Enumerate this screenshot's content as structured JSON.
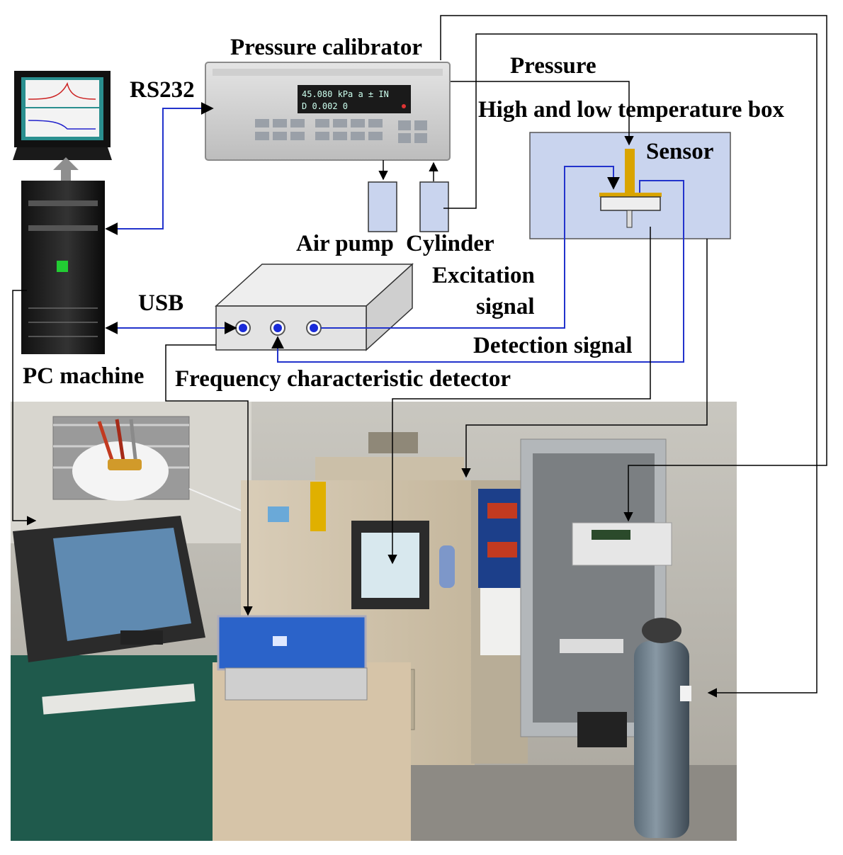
{
  "labels": {
    "pressure_calibrator": "Pressure calibrator",
    "pressure": "Pressure",
    "temperature_box": "High and low temperature box",
    "sensor": "Sensor",
    "rs232": "RS232",
    "air_pump": "Air pump",
    "cylinder": "Cylinder",
    "excitation_line1": "Excitation",
    "excitation_line2": "signal",
    "usb": "USB",
    "detection_signal": "Detection signal",
    "pc_machine": "PC machine",
    "frequency_detector": "Frequency characteristic detector"
  },
  "calibrator_display": {
    "line1": "45.080 kPa a  ± IN",
    "line2": "D  0.002      0"
  },
  "colors": {
    "signal_line": "#2233cc",
    "connector_line": "#000000",
    "box_fill": "#c9d4ee",
    "sensor_rod": "#d9a400",
    "port_blue": "#1a2bd8",
    "pc_led": "#22cc33"
  }
}
